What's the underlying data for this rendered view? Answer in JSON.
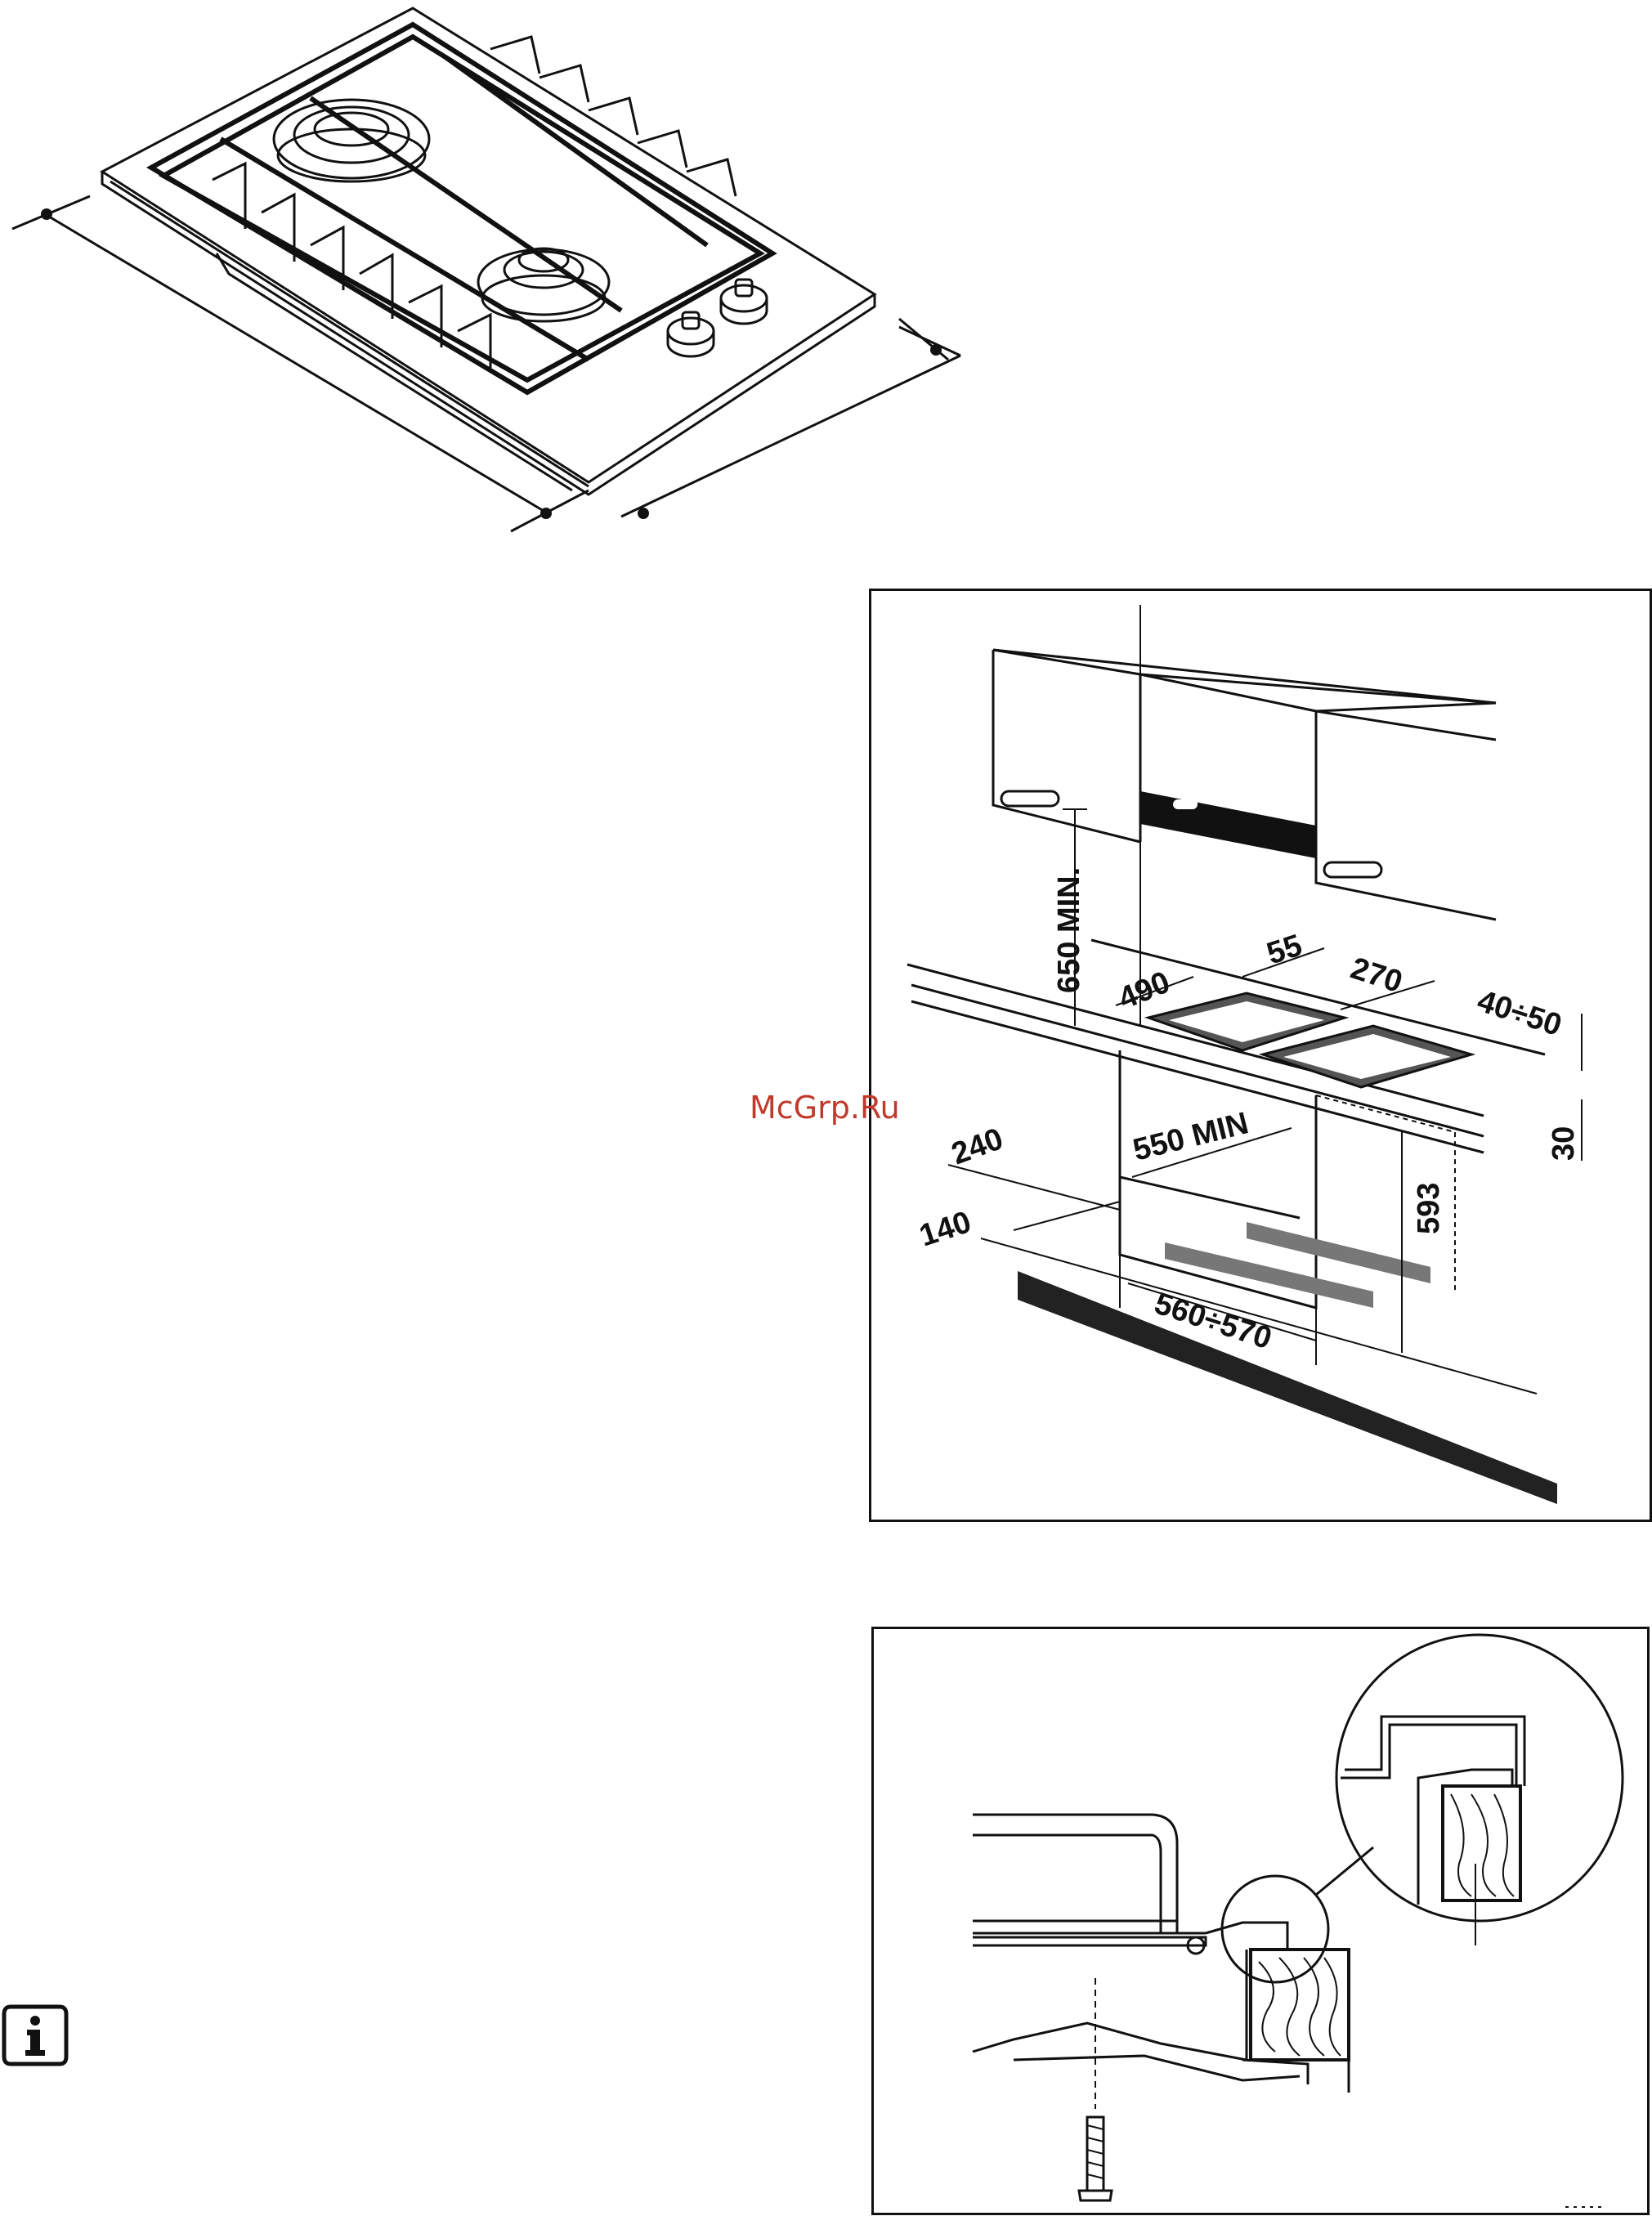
{
  "watermark": "McGrp.Ru",
  "installation_diagram": {
    "dimensions": {
      "height_min": "650 MIN.",
      "cutout_depth": "490",
      "front_offset": "55",
      "cutout_width": "270",
      "edge_offset": "40÷50",
      "worktop_thickness": "30",
      "cabinet_width_min": "550 MIN",
      "side_240": "240",
      "side_140": "140",
      "oven_height": "593",
      "oven_width": "560÷570"
    }
  },
  "icons": {
    "info": "info-icon"
  }
}
